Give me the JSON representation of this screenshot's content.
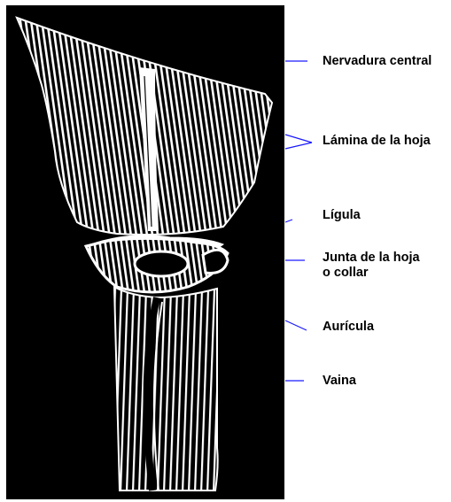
{
  "diagram": {
    "colors": {
      "background": "#000000",
      "drawing": "#ffffff",
      "leader": "#1a1aff",
      "text": "#000000"
    },
    "labels": {
      "nervadura": "Nervadura central",
      "lamina": "Lámina de la hoja",
      "ligula": "Lígula",
      "junta_line1": "Junta de la hoja",
      "junta_line2": "o collar",
      "auricula": "Aurícula",
      "vaina": "Vaina"
    }
  }
}
